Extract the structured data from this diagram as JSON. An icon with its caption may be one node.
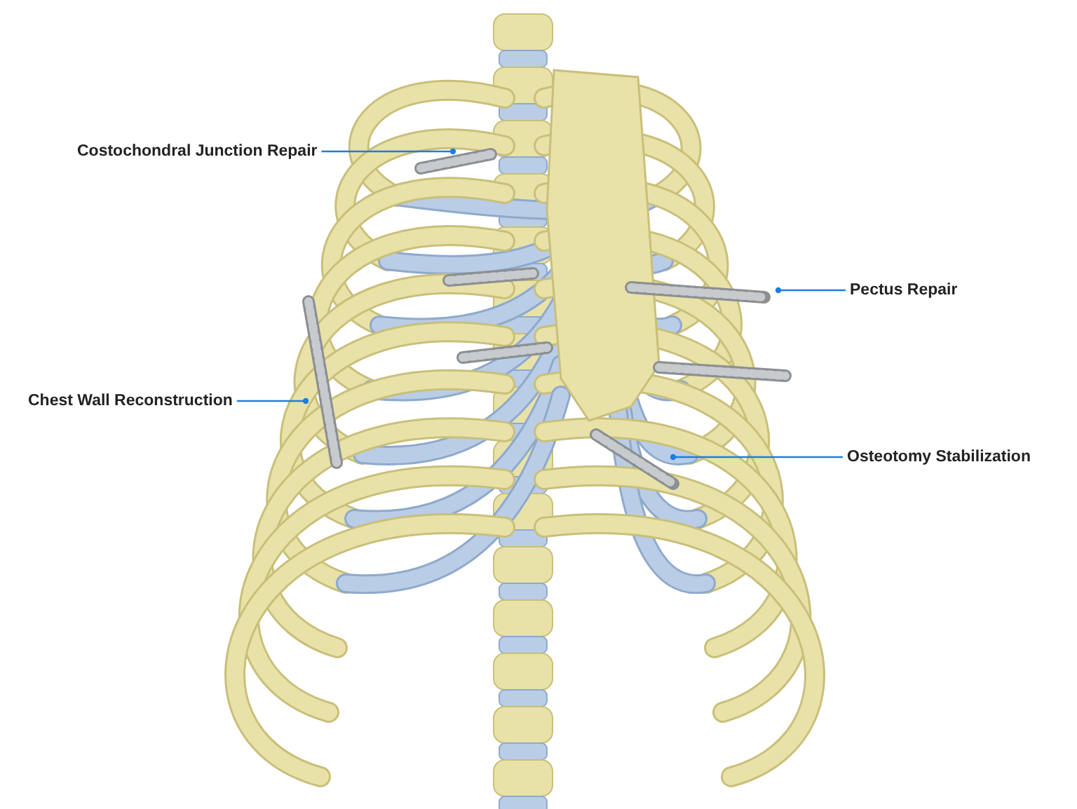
{
  "diagram": {
    "nodes": [
      {
        "text": [
          "Costochondral Junction Repair"
        ]
      },
      {
        "text": [
          "Chest Wall Reconstruction"
        ]
      },
      {
        "text": [
          "Pectus Repair"
        ]
      },
      {
        "text": [
          "Osteotomy Stabilization"
        ]
      }
    ],
    "edges": [
      {
        "from": 0,
        "to": null,
        "arrow": "other"
      },
      {
        "from": 1,
        "to": null,
        "arrow": "other"
      },
      {
        "from": 2,
        "to": null,
        "arrow": "other"
      },
      {
        "from": 3,
        "to": null,
        "arrow": "other"
      }
    ]
  }
}
